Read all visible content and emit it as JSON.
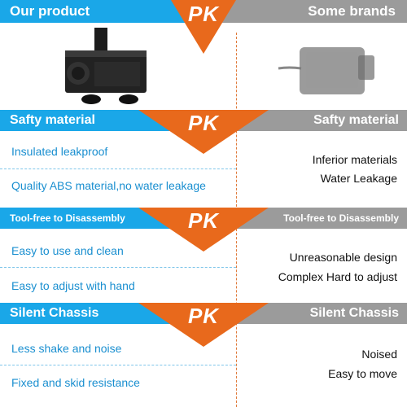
{
  "colors": {
    "blue": "#1aa7e8",
    "gray": "#9b9b9b",
    "orange": "#e8691c",
    "left_text": "#1a8fd0"
  },
  "header": {
    "left": "Our product",
    "pk": "PK",
    "right": "Some brands"
  },
  "products": {
    "ours_image": "black-water-pump",
    "theirs_image": "blurred-gray-pump"
  },
  "sections": [
    {
      "title_left": "Safty material",
      "pk": "PK",
      "title_right": "Safty material",
      "left_items": [
        "Insulated leakproof",
        "Quality ABS material,no water  leakage"
      ],
      "right_items": [
        "Inferior materials",
        "Water  Leakage"
      ]
    },
    {
      "title_left": "Tool-free to Disassembly",
      "pk": "PK",
      "title_right": "Tool-free to Disassembly",
      "left_items": [
        "Easy to use and clean",
        "Easy to adjust with hand"
      ],
      "right_items": [
        "Unreasonable design",
        "Complex Hard to adjust"
      ]
    },
    {
      "title_left": "Silent Chassis",
      "pk": "PK",
      "title_right": "Silent Chassis",
      "left_items": [
        "Less shake and noise",
        "Fixed and skid resistance"
      ],
      "right_items": [
        "Noised",
        "Easy to move"
      ]
    }
  ]
}
